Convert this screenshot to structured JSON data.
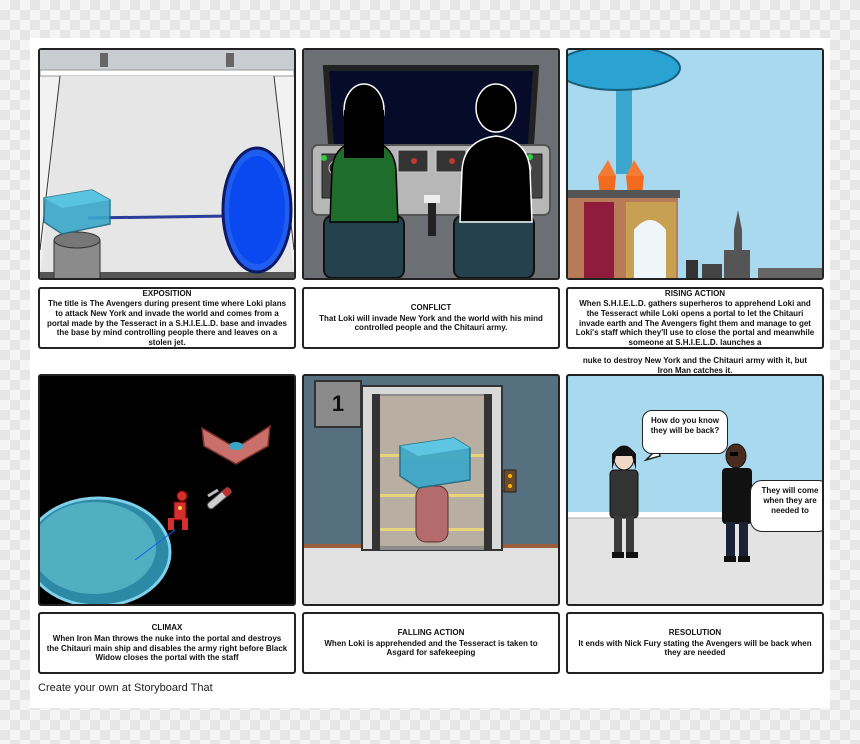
{
  "panels": [
    {
      "heading": "EXPOSITION",
      "text": "The title is The Avengers during present time where Loki plans to attack New York and invade the world and comes from a portal made by the Tesseract in a S.H.I.E.L.D. base and invades the base by mind controlling people there and leaves on a stolen jet."
    },
    {
      "heading": "CONFLICT",
      "text": "That Loki will invade New York and the world with his mind controlled people and the Chitauri army."
    },
    {
      "heading": "RISING ACTION",
      "text": "When S.H.I.E.L.D. gathers superheros to apprehend Loki and the Tesseract while Loki opens a portal to let the Chitauri invade earth and The Avengers  fight them and manage to get Loki's staff which they'll use to close the portal and meanwhile someone at S.H.I.E.L.D. launches a",
      "overflow": "nuke to destroy New York and the Chitauri army with it, but Iron Man catches it."
    },
    {
      "heading": "CLIMAX",
      "text": "When Iron Man throws the nuke into the portal and destroys the Chitauri main ship and disables the army right before Black Widow closes the portal with the staff"
    },
    {
      "heading": "FALLING ACTION",
      "text": "When Loki is apprehended and the Tesseract is taken to Asgard for safekeeping",
      "elevator_number": "1"
    },
    {
      "heading": "RESOLUTION",
      "text": "It ends with Nick Fury stating the Avengers will be back when they are needed",
      "bubble_left": "How do you know they will be back?",
      "bubble_right": "They will come when they are needed to"
    }
  ],
  "footer": "Create your own at Storyboard That",
  "colors": {
    "portal_blue": "#1f5cf0",
    "tesseract_cyan": "#3aa7c9",
    "sky": "#a9d9ee",
    "wall_slate": "#56707f"
  }
}
